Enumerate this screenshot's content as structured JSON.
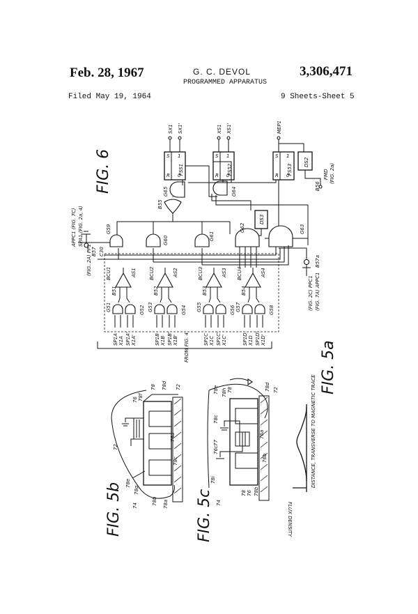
{
  "header": {
    "date": "Feb. 28, 1967",
    "inventor": "G. C. DEVOL",
    "patent_number": "3,306,471",
    "title": "PROGRAMMED APPARATUS",
    "filed": "Filed May 19, 1964",
    "sheet": "9 Sheets-Sheet 5"
  },
  "figures": {
    "fig6": "FIG. 6",
    "fig5a": "FIG. 5a",
    "fig5b": "FIG. 5b",
    "fig5c": "FIG. 5c"
  },
  "fig6_labels": {
    "sx1": "SX1",
    "sx1p": "SX1'",
    "xs1": "XS1",
    "xs1p": "XS1'",
    "mep1": "MEP1",
    "fss1": "FSS1",
    "fs52": "FS52",
    "fs53": "FS53",
    "ds2": "DS2",
    "fmd": "FMD",
    "fmd_ref": "(FIG. 2a)",
    "b56": "B56",
    "g65": "G65",
    "g64": "G64",
    "b55": "B55",
    "ds3": "DS3",
    "g59": "G59",
    "g60": "G60",
    "g61": "G61",
    "g62": "G62",
    "g63": "G63",
    "appc1": "APPC1 (FIG. 7C)",
    "spa1": "SPA1 (FIG. 2a, 4)",
    "b57": "B57",
    "c30": "C30",
    "pp1": "(FIG. 2A) PP1",
    "bcu1": "BCU1",
    "bcu2": "BCU2",
    "bcu3": "BCU3",
    "bcu4": "BCU4",
    "as1": "AS1",
    "as2": "AS2",
    "as3": "AS3",
    "as4": "AS4",
    "b51": "B51",
    "b52": "B52",
    "b53": "B53",
    "b54": "B54",
    "g51": "G51",
    "g52": "G52",
    "g53": "G53",
    "g54": "G54",
    "g55": "G55",
    "g56": "G56",
    "g57": "G57",
    "g58": "G58",
    "b57a": "B57a",
    "ppc1": "(FIG. 2C) PPC1",
    "appc1b": "(FIG. 7A) APPC1",
    "inputs": [
      "SP1A",
      "X1A",
      "SP1A'",
      "X1A'",
      "SP1B",
      "X1B",
      "SP1B'",
      "X1B'",
      "SP1C",
      "X1C",
      "SP1C'",
      "X1C'",
      "SP1D",
      "X1D",
      "SP1D'",
      "X1D'"
    ],
    "from_fig4": "FROM FIG. 4"
  },
  "fig5_labels": {
    "r76": "76",
    "r78f": "78f",
    "r78": "78",
    "r78d": "78d",
    "r72": "72",
    "r72b": "72",
    "r76a": "76a",
    "r78c": "78c",
    "r78e": "78e",
    "r78g": "78g",
    "r78a": "78a",
    "r74": "74",
    "r78b": "78b",
    "r76b": "76b",
    "r76c": "76c",
    "r77": "77",
    "r78h": "78h",
    "r78i": "78i",
    "xlabel": "DISTANCE, TRANSVERSE TO MAGNETIC TRACE",
    "ylabel": "FLUX DENSITY"
  }
}
